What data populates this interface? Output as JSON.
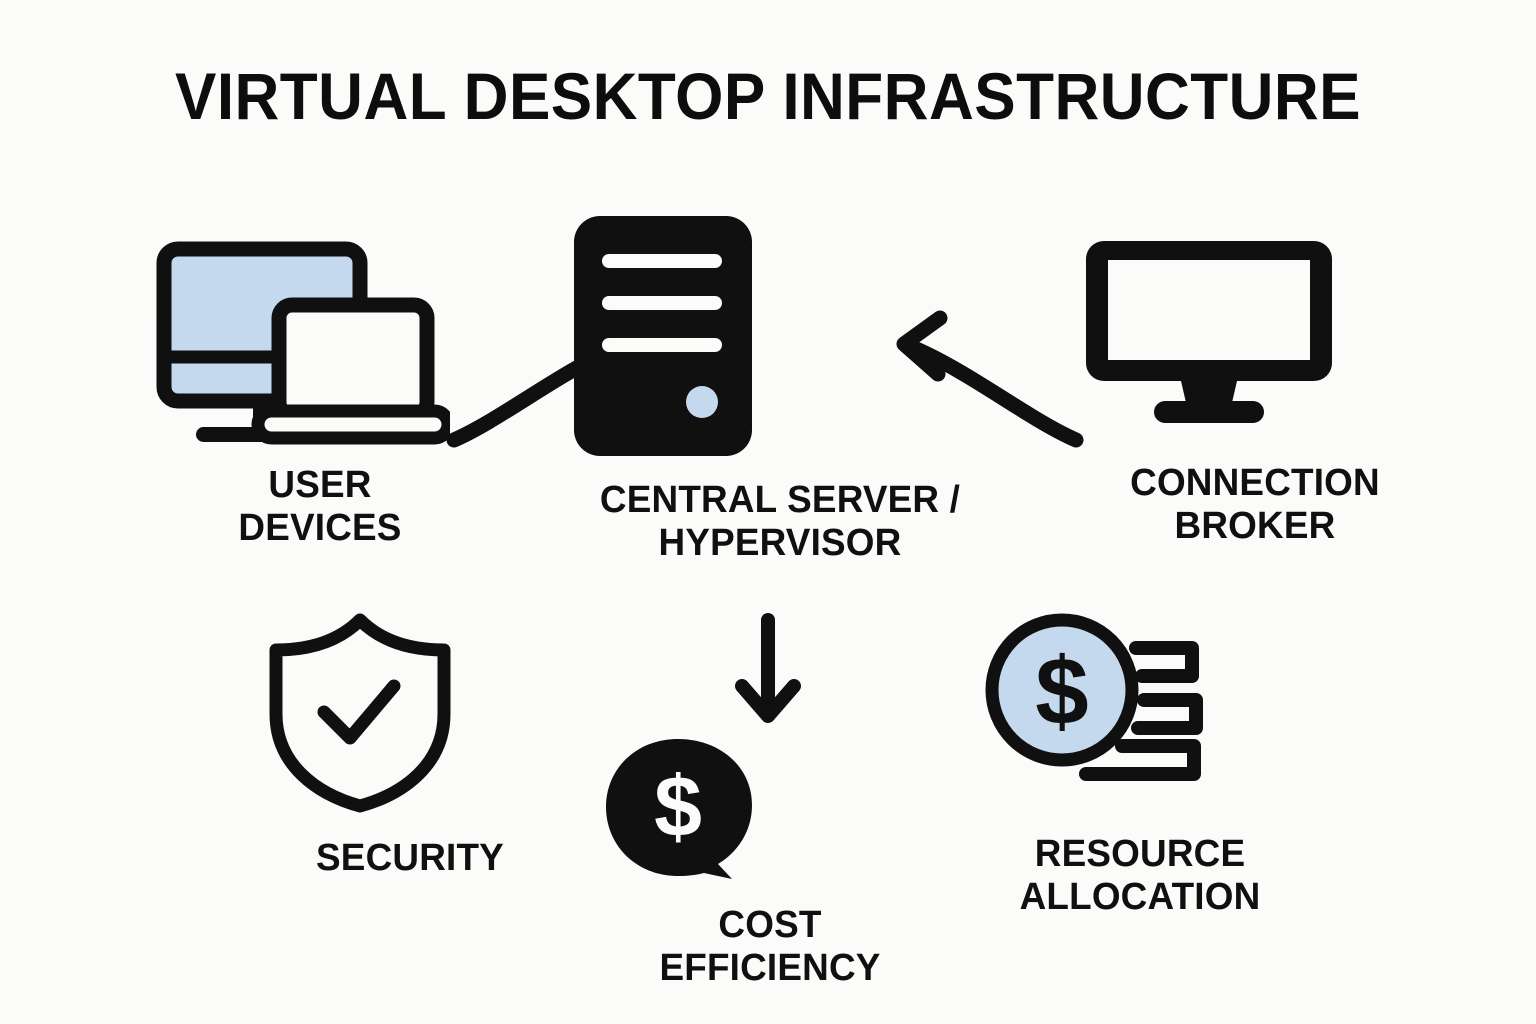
{
  "title": "VIRTUAL DESKTOP INFRASTRUCTURE",
  "background_color": "#fbfbf9",
  "colors": {
    "ink": "#101010",
    "accent_blue": "#c5d9ee",
    "paper": "#fbfbf9"
  },
  "nodes": [
    {
      "id": "user-devices",
      "label": "USER\nDEVICES",
      "icon": "monitor-and-laptop-icon",
      "icon_style": "outline-black-with-blue-screen"
    },
    {
      "id": "central-server",
      "label": "CENTRAL SERVER /\nHYPERVISOR",
      "icon": "server-tower-icon",
      "icon_style": "solid-black-with-blue-led"
    },
    {
      "id": "connection-broker",
      "label": "CONNECTION\nBROKER",
      "icon": "desktop-monitor-icon",
      "icon_style": "solid-black-with-white-screen"
    },
    {
      "id": "security",
      "label": "SECURITY",
      "icon": "shield-check-icon",
      "icon_style": "outline-black"
    },
    {
      "id": "cost-efficiency",
      "label": "COST EFFICIENCY",
      "icon": "dollar-bubble-icon",
      "icon_style": "solid-black-with-white-dollar"
    },
    {
      "id": "resource-allocation",
      "label": "RESOURCE\nALLOCATION",
      "icon": "coin-with-motion-lines-icon",
      "icon_style": "blue-coin-black-outline"
    }
  ],
  "connectors": [
    {
      "id": "user-devices-to-server",
      "icon": "curved-arrow-right-icon",
      "from": "user-devices",
      "to": "central-server",
      "direction": "right"
    },
    {
      "id": "broker-to-server",
      "icon": "curved-arrow-left-icon",
      "from": "connection-broker",
      "to": "central-server",
      "direction": "left"
    },
    {
      "id": "server-to-cost-efficiency",
      "icon": "arrow-down-icon",
      "from": "central-server",
      "to": "cost-efficiency",
      "direction": "down"
    }
  ]
}
